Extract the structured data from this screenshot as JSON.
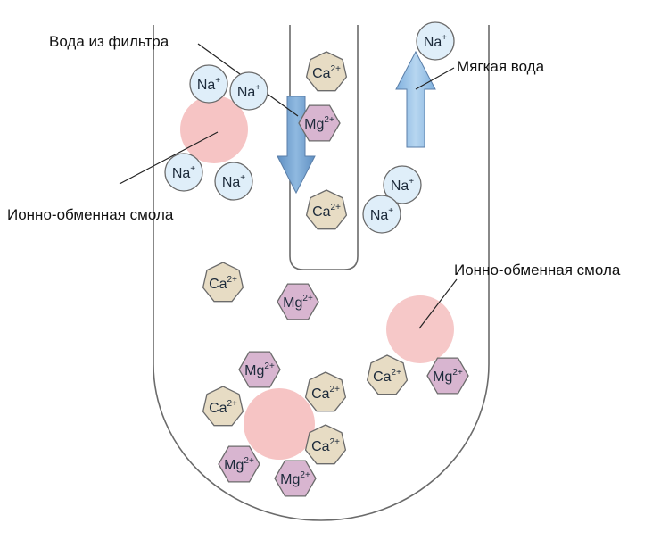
{
  "labels": {
    "filter_water": "Вода из фильтра",
    "soft_water": "Мягкая вода",
    "resin_left": "Ионно-обменная смола",
    "resin_right": "Ионно-обменная смола"
  },
  "ions": {
    "na": {
      "symbol": "Na",
      "charge": "+"
    },
    "ca": {
      "symbol": "Ca",
      "charge": "2+"
    },
    "mg": {
      "symbol": "Mg",
      "charge": "2+"
    }
  },
  "colors": {
    "na_fill": "#dfeef9",
    "ca_fill": "#e7dcc4",
    "mg_fill": "#d8b5d0",
    "resin": "#f6c4c4",
    "arrow": "#7ba7d3",
    "outline": "#6b6b6b"
  }
}
